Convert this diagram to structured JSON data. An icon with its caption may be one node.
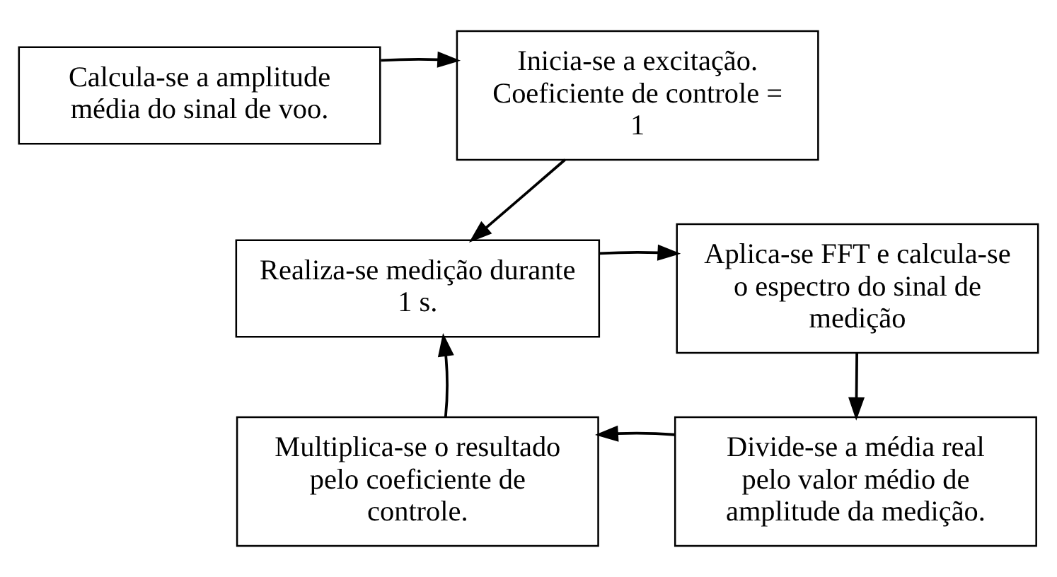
{
  "diagram": {
    "nodes": [
      {
        "text": [
          "Calcula-se a amplitude média do sinal de voo."
        ]
      },
      {
        "text": [
          "Inicia-se a excitação. Coeficiente de controle = 1"
        ]
      },
      {
        "text": [
          "Realiza-se medição durante 1 s."
        ]
      },
      {
        "text": [
          "Aplica-se FFT e calcula-se o espectro do sinal de medição"
        ]
      },
      {
        "text": [
          "Multiplica-se o resultado pelo coeficiente de controle."
        ]
      },
      {
        "text": [
          "Divide-se a média real pelo valor médio de amplitude da medição."
        ]
      }
    ],
    "edges": [
      {
        "from": 0,
        "to": 1,
        "arrow": "to"
      },
      {
        "from": 1,
        "to": 2,
        "arrow": "to"
      },
      {
        "from": 2,
        "to": 3,
        "arrow": "to"
      },
      {
        "from": 3,
        "to": 5,
        "arrow": "to"
      },
      {
        "from": 5,
        "to": 4,
        "arrow": "to"
      },
      {
        "from": 4,
        "to": 2,
        "arrow": "to"
      }
    ]
  }
}
